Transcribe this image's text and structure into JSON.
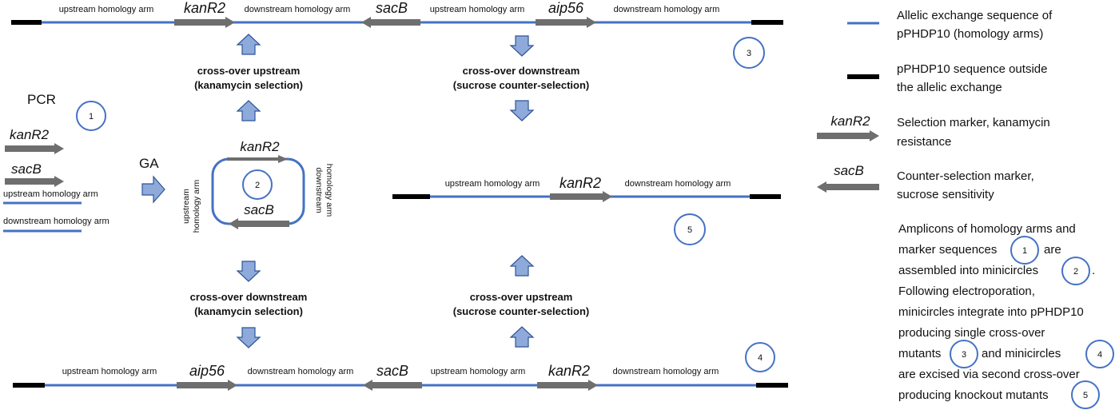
{
  "labels": {
    "upstream_arm": "upstream homology arm",
    "downstream_arm": "downstream homology arm",
    "kanR2": "kanR2",
    "sacB": "sacB",
    "aip56": "aip56",
    "pcr": "PCR",
    "ga": "GA",
    "upstream_arm_vertical_1": "upstream",
    "upstream_arm_vertical_2": "homology arm",
    "downstream_arm_vertical_1": "downstream",
    "downstream_arm_vertical_2": "homology arm"
  },
  "steps": {
    "upper_left_1": "cross-over upstream",
    "upper_left_2": "(kanamycin selection)",
    "upper_right_1": "cross-over downstream",
    "upper_right_2": "(sucrose counter-selection)",
    "lower_left_1": "cross-over downstream",
    "lower_left_2": "(kanamycin selection)",
    "lower_right_1": "cross-over upstream",
    "lower_right_2": "(sucrose counter-selection)"
  },
  "markers": {
    "one": "1",
    "two": "2",
    "three": "3",
    "four": "4",
    "five": "5"
  },
  "legend": {
    "blue_line_1": "Allelic exchange sequence of",
    "blue_line_2": "pPHDP10 (homology arms)",
    "black_line_1": "pPHDP10 sequence outside",
    "black_line_2": "the allelic exchange",
    "kan_gene": "kanR2",
    "kan_1": "Selection marker, kanamycin",
    "kan_2": "resistance",
    "sac_gene": "sacB",
    "sac_1": "Counter-selection marker,",
    "sac_2": "sucrose sensitivity"
  },
  "description": {
    "line1": "Amplicons of homology arms and",
    "line2a": "marker sequences",
    "line2b": "are",
    "line3a": "assembled into minicircles",
    "line3b": ".",
    "line4": "Following electroporation,",
    "line5": "minicircles integrate into pPHDP10",
    "line6": "producing single cross-over",
    "line7a": "mutants",
    "line7b": "and  minicircles",
    "line8": "are excised via second cross-over",
    "line9": "producing knockout mutants"
  },
  "colors": {
    "blue": "#4472c4",
    "black": "#000000",
    "gray": "#6e6e6e",
    "arrow_fill": "#8eaadb",
    "arrow_stroke": "#2f5597"
  }
}
